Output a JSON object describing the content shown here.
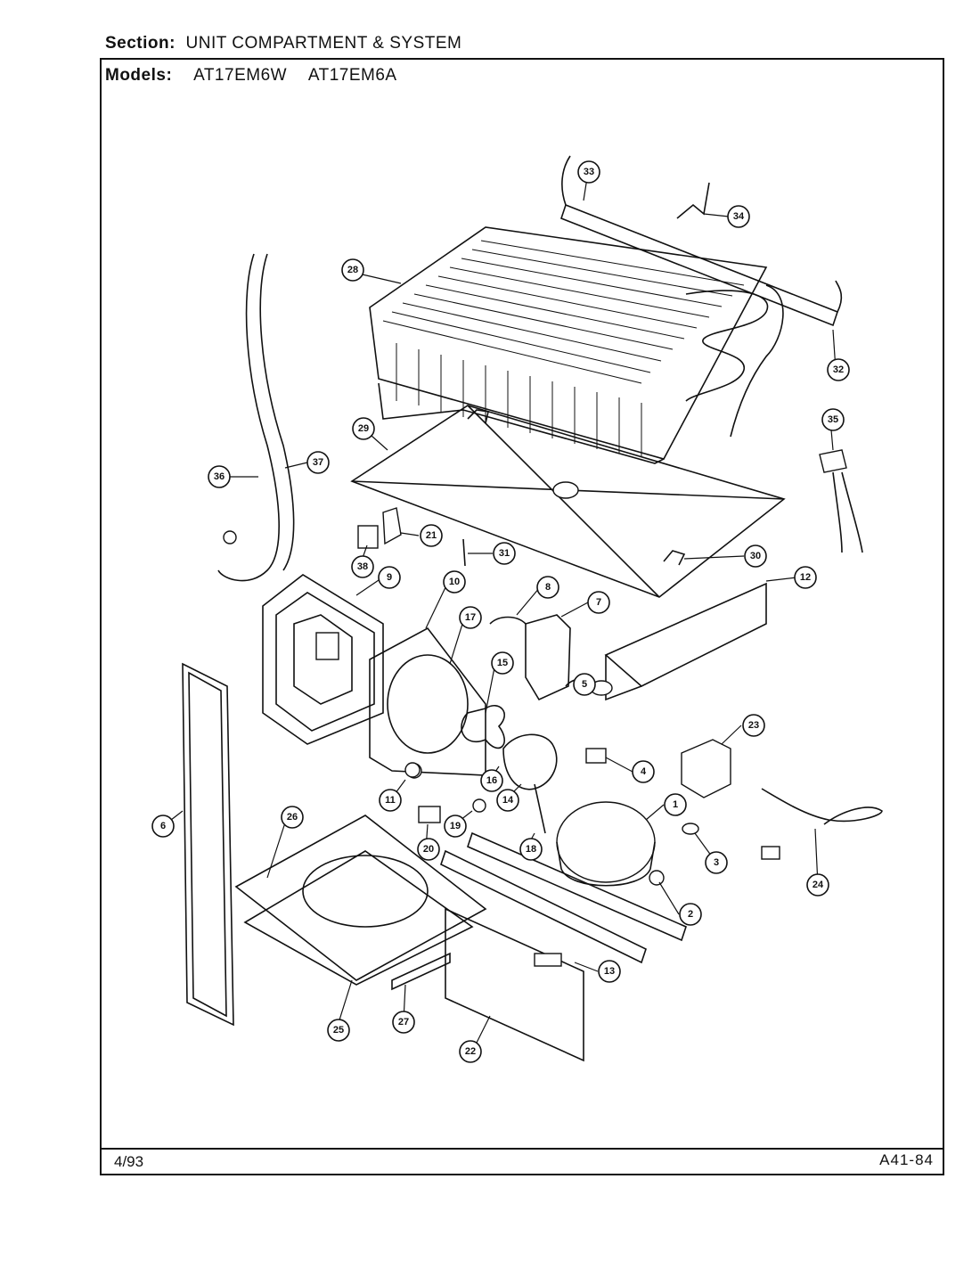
{
  "header": {
    "section_label": "Section:",
    "section_value": "UNIT COMPARTMENT & SYSTEM",
    "models_label": "Models:",
    "model_1": "AT17EM6W",
    "model_2": "AT17EM6A"
  },
  "footer": {
    "date": "4/93",
    "code": "A41-84"
  },
  "callouts": [
    "1",
    "2",
    "3",
    "4",
    "5",
    "6",
    "7",
    "8",
    "9",
    "10",
    "11",
    "12",
    "13",
    "14",
    "15",
    "16",
    "17",
    "18",
    "19",
    "20",
    "21",
    "22",
    "23",
    "24",
    "25",
    "26",
    "27",
    "28",
    "29",
    "30",
    "31",
    "32",
    "33",
    "34",
    "35",
    "36",
    "37",
    "38"
  ]
}
